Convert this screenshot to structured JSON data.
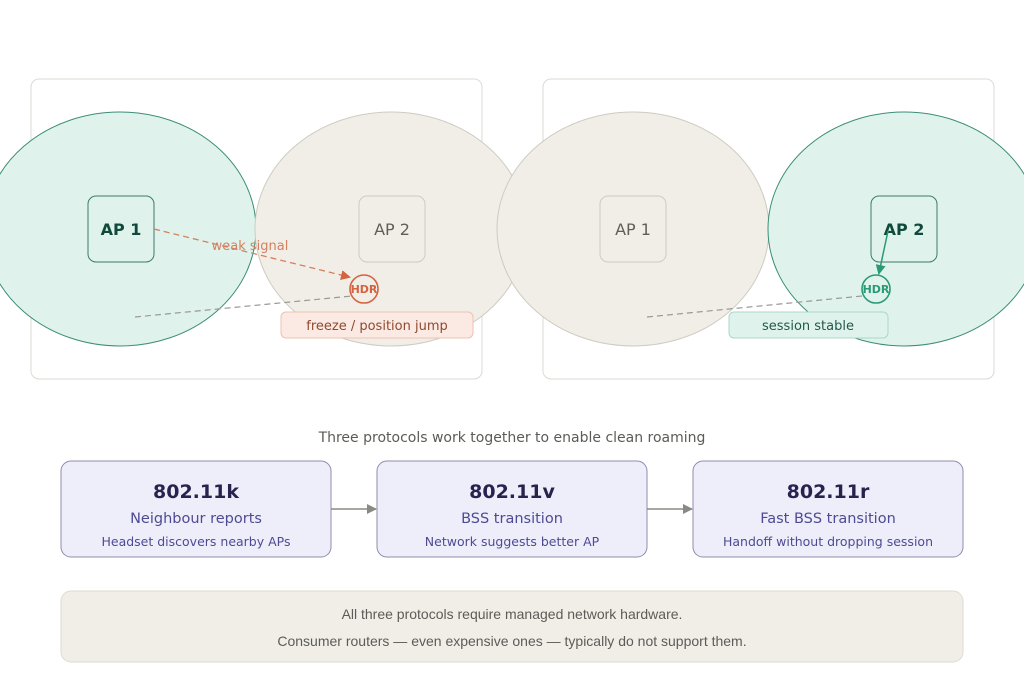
{
  "scenarios": [
    {
      "name": "without-roaming",
      "aps": [
        {
          "label": "AP 1",
          "state": "active"
        },
        {
          "label": "AP 2",
          "state": "idle"
        }
      ],
      "headset_label": "HDR",
      "signal_label": "weak signal",
      "outcome": "freeze / position jump"
    },
    {
      "name": "with-roaming",
      "aps": [
        {
          "label": "AP 1",
          "state": "idle"
        },
        {
          "label": "AP 2",
          "state": "active"
        }
      ],
      "headset_label": "HDR",
      "outcome": "session stable"
    }
  ],
  "caption": "Three protocols work together to enable clean roaming",
  "protocols": [
    {
      "standard": "802.11k",
      "name": "Neighbour reports",
      "description": "Headset discovers nearby APs"
    },
    {
      "standard": "802.11v",
      "name": "BSS transition",
      "description": "Network suggests better AP"
    },
    {
      "standard": "802.11r",
      "name": "Fast BSS transition",
      "description": "Handoff without dropping session"
    }
  ],
  "note": {
    "line1": "All three protocols require managed network hardware.",
    "line2": "Consumer routers — even expensive ones — typically do not support them."
  },
  "colors": {
    "active": "#2a9a76",
    "problem": "#d4633f",
    "protocol": "#4e4a93"
  }
}
